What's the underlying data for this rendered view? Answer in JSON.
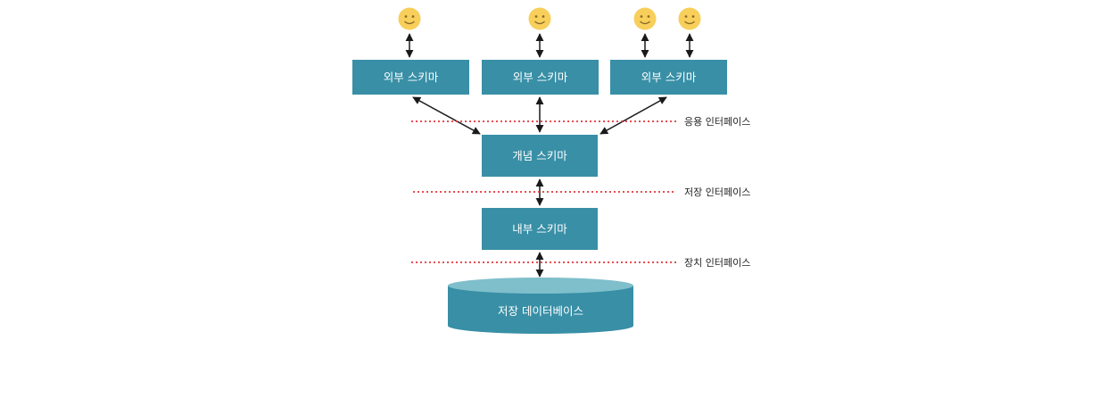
{
  "colors": {
    "box": "#388fa6",
    "db_top": "#7fbfcb",
    "dotted": "#e0353a",
    "arrow": "#1a1a1a",
    "smiley": "#f7cf5a",
    "smiley_face": "#8a6a2a"
  },
  "icons": {
    "user": "smiley-icon"
  },
  "external_schemas": [
    {
      "label": "외부 스키마"
    },
    {
      "label": "외부 스키마"
    },
    {
      "label": "외부 스키마"
    }
  ],
  "conceptual_schema": {
    "label": "개념 스키마"
  },
  "internal_schema": {
    "label": "내부 스키마"
  },
  "database": {
    "label": "저장 데이터베이스"
  },
  "interfaces": [
    {
      "label": "응용 인터페이스"
    },
    {
      "label": "저장 인터페이스"
    },
    {
      "label": "장치 인터페이스"
    }
  ]
}
